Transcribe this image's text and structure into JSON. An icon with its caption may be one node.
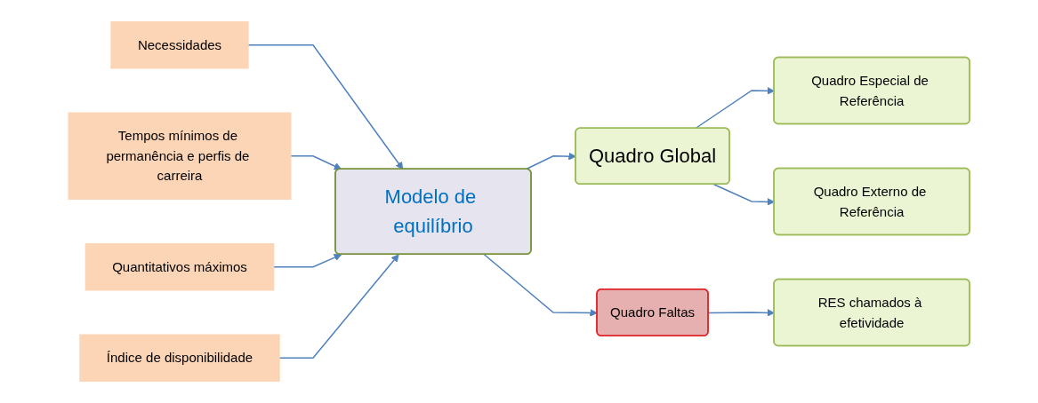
{
  "diagram": {
    "nodes": [
      {
        "text": [
          "Necessidades"
        ]
      },
      {
        "text": [
          "Tempos mínimos de permanência e perfis de carreira"
        ]
      },
      {
        "text": [
          "Quantitativos máximos"
        ]
      },
      {
        "text": [
          "Índice de disponibilidade"
        ]
      },
      {
        "text": [
          "Modelo de equilíbrio"
        ]
      },
      {
        "text": [
          "Quadro Global"
        ]
      },
      {
        "text": [
          "Quadro Especial de Referência"
        ]
      },
      {
        "text": [
          "Quadro Externo de Referência"
        ]
      },
      {
        "text": [
          "Quadro Faltas"
        ]
      },
      {
        "text": [
          "RES chamados à efetividade"
        ]
      }
    ],
    "edges": [
      {
        "from": 0,
        "to": 4,
        "arrow": "to"
      },
      {
        "from": 1,
        "to": 4,
        "arrow": "to"
      },
      {
        "from": 2,
        "to": 4,
        "arrow": "to"
      },
      {
        "from": 3,
        "to": 4,
        "arrow": "to"
      },
      {
        "from": 4,
        "to": 5,
        "arrow": "to"
      },
      {
        "from": 5,
        "to": 6,
        "arrow": "to"
      },
      {
        "from": 5,
        "to": 7,
        "arrow": "to"
      },
      {
        "from": 4,
        "to": 8,
        "arrow": "to"
      },
      {
        "from": 8,
        "to": 9,
        "arrow": "to"
      }
    ]
  }
}
